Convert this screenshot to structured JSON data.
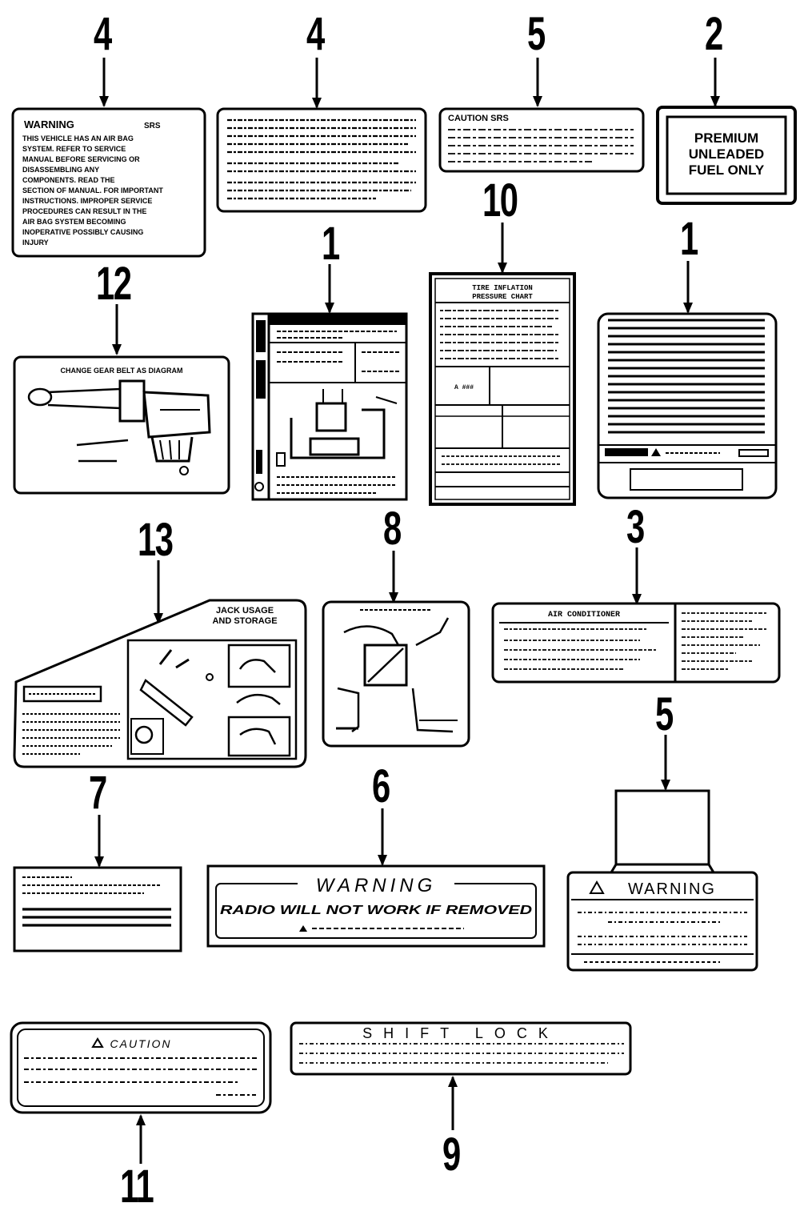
{
  "callouts": {
    "c4a": "4",
    "c4b": "4",
    "c5a": "5",
    "c2": "2",
    "c12": "12",
    "c1a": "1",
    "c10": "10",
    "c1b": "1",
    "c13": "13",
    "c8": "8",
    "c3": "3",
    "c5b": "5",
    "c7": "7",
    "c6": "6",
    "c11": "11",
    "c9": "9"
  },
  "labels": {
    "warning_srs": {
      "title": "WARNING",
      "lines": [
        "THIS VEHICLE HAS AN AIR BAG",
        "SYSTEM. REFER TO SERVICE",
        "MANUAL BEFORE SERVICING OR",
        "DISASSEMBLING ANY",
        "COMPONENTS. READ THE",
        "SECTION OF MANUAL. FOR IMPORTANT",
        "INSTRUCTIONS. IMPROPER SERVICE",
        "PROCEDURES CAN RESULT IN THE",
        "AIR BAG SYSTEM BECOMING",
        "INOPERATIVE POSSIBLY CAUSING",
        "INJURY"
      ]
    },
    "caution_srs": {
      "title": "CAUTION  SRS"
    },
    "premium_fuel": {
      "line1": "PREMIUM",
      "line2": "UNLEADED",
      "line3": "FUEL   ONLY"
    },
    "tire_pressure": {
      "title1": "TIRE  INFLATION",
      "title2": "PRESSURE  CHART"
    },
    "shift_diagram": {
      "title": "CHANGE GEAR BELT AS DIAGRAM"
    },
    "jack": {
      "title1": "JACK USAGE",
      "title2": "AND STORAGE"
    },
    "air_conditioner": {
      "title": "AIR CONDITIONER"
    },
    "warning_shield": {
      "title": "WARNING"
    },
    "radio_warning": {
      "title": "WARNING",
      "subtitle": "RADIO WILL NOT WORK IF REMOVED"
    },
    "caution_small": {
      "title": "CAUTION"
    },
    "shift_lock": {
      "title": "SHIFT  LOCK"
    }
  }
}
